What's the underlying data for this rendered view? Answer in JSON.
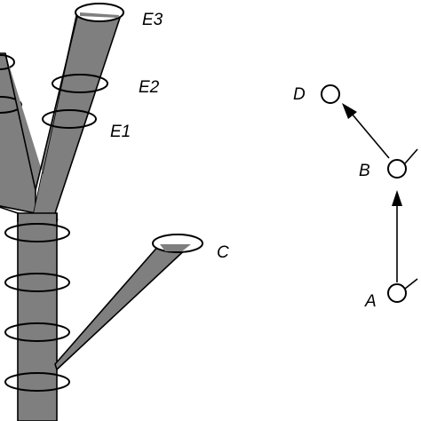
{
  "colors": {
    "branch_fill": "#7f7f7f",
    "outline": "#000000",
    "background": "#ffffff"
  },
  "labels": {
    "e1": "E1",
    "e2": "E2",
    "e3": "E3",
    "c": "C",
    "a": "A",
    "b": "B",
    "d": "D"
  }
}
